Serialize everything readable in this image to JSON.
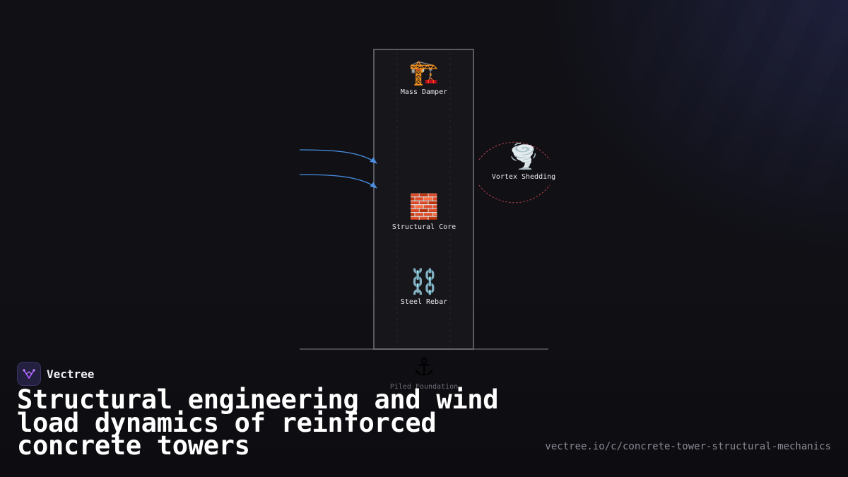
{
  "diagram": {
    "nodes": [
      {
        "id": "mass-damper",
        "label": "Mass Damper",
        "icon": "construction-crane-icon",
        "glyph": "🏗️"
      },
      {
        "id": "vortex-shedding",
        "label": "Vortex Shedding",
        "icon": "tornado-icon",
        "glyph": "🌪️"
      },
      {
        "id": "structural-core",
        "label": "Structural Core",
        "icon": "brick-icon",
        "glyph": "🧱"
      },
      {
        "id": "steel-rebar",
        "label": "Steel Rebar",
        "icon": "chain-icon",
        "glyph": "⛓️"
      },
      {
        "id": "piled-foundation",
        "label": "Piled Foundation",
        "icon": "anchor-icon",
        "glyph": "⚓"
      }
    ],
    "colors": {
      "tower_stroke": "#5a5a62",
      "tower_fill": "#16161b",
      "ground_line": "#6a6a72",
      "wind_arrow": "#4a90e2",
      "vortex_stroke": "#b8404a",
      "brand_accent": "#a855f7"
    }
  },
  "brand": {
    "name": "Vectree",
    "logo_icon": "vectree-logo-icon"
  },
  "title": "Structural engineering and wind load dynamics of reinforced concrete towers",
  "url": "vectree.io/c/concrete-tower-structural-mechanics"
}
